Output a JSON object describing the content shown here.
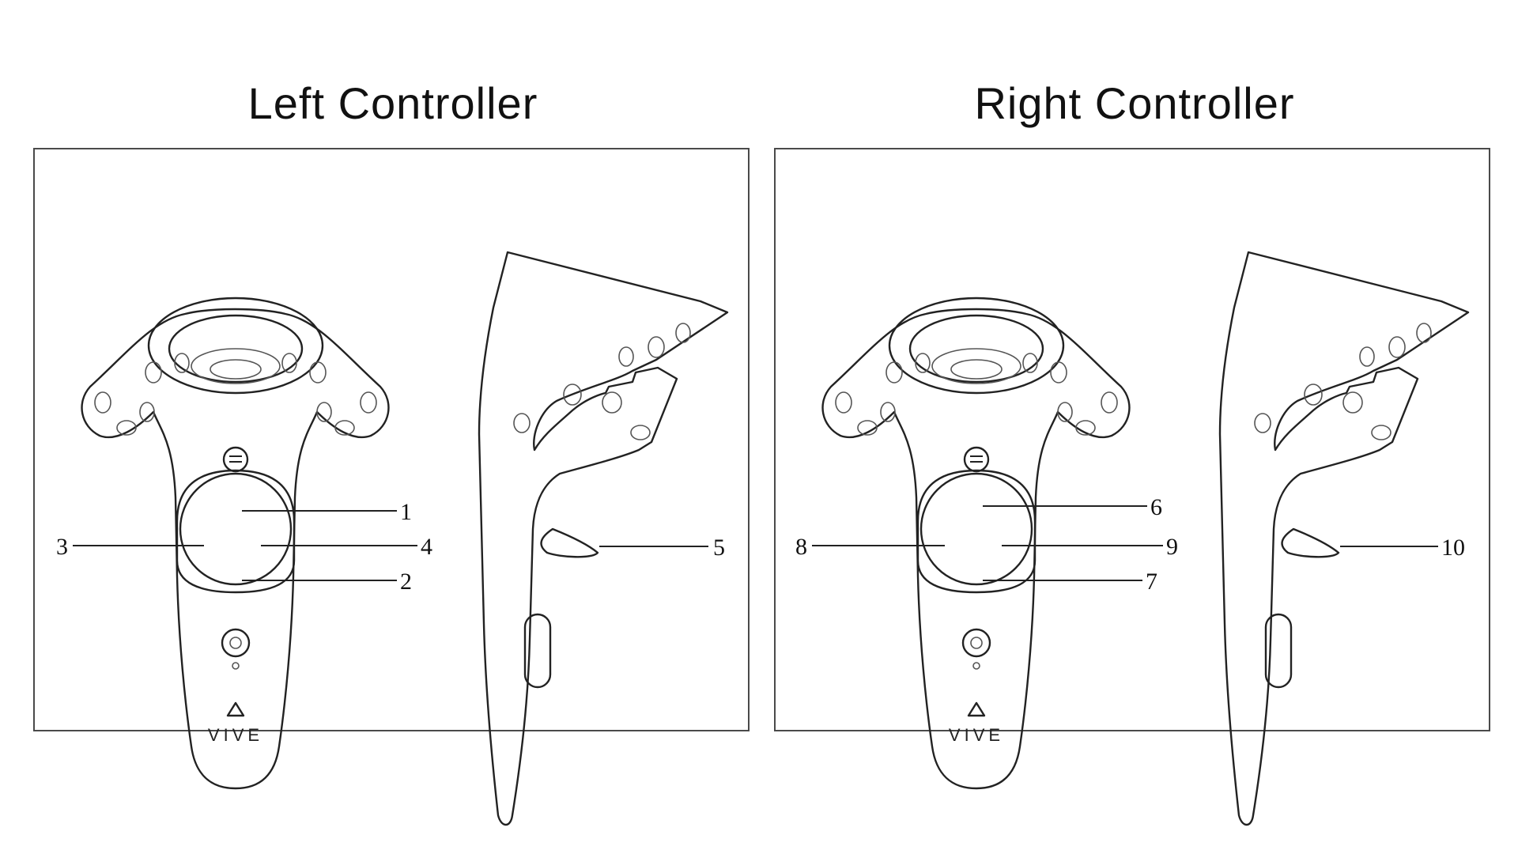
{
  "panels": [
    {
      "title": "Left Controller",
      "brand": "VIVE",
      "callouts": [
        "1",
        "2",
        "3",
        "4",
        "5"
      ]
    },
    {
      "title": "Right Controller",
      "brand": "VIVE",
      "callouts": [
        "6",
        "7",
        "8",
        "9",
        "10"
      ]
    }
  ]
}
